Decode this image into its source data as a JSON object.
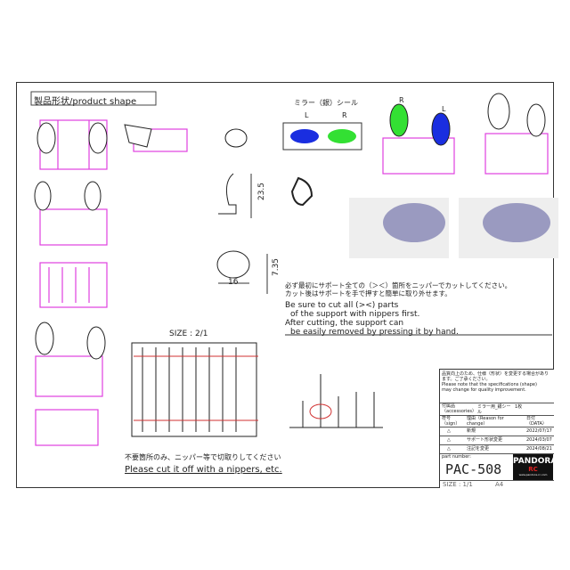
{
  "product_shape_label": "製品形状/product shape",
  "mirror_seal_label": "ミラー（銀）シール",
  "seal_L": "L",
  "seal_R": "R",
  "assembly_R": "R",
  "assembly_L": "L",
  "dimensions": {
    "height": "23.5",
    "width": "16",
    "depth": "7.35"
  },
  "scale_label": "SIZE : 2/1",
  "instructions": {
    "jp_line1": "必ず最初にサポート全ての（＞＜）箇所をニッパーでカットしてください。",
    "jp_line2": "カット後はサポートを手で押すと簡単に取り外せます。",
    "en_line1": "Be sure to cut all (><) parts",
    "en_line2": "of the support with nippers first.",
    "en_line3": "After cutting, the support can",
    "en_line4": "be easily removed by pressing it by hand."
  },
  "cut_note": {
    "jp": "不要箇所のみ、ニッパー等で切取りしてください",
    "en": "Please cut it off with a nippers, etc."
  },
  "title_block": {
    "notice_jp": "品質向上のため、仕様（形状）を変更する場合があります。ご了承ください。",
    "notice_en1": "Please note that the specifications (shape)",
    "notice_en2": "may change for quality improvement.",
    "accessories_label": "付属品（accessories）",
    "accessory_item": "ミラー用_銀シール",
    "accessory_qty": "1枚",
    "sign_header": "符号（sign）",
    "reason_header": "理由（Reason for change）",
    "date_header": "日付（DATA）",
    "changes": [
      {
        "sign": "△",
        "reason": "新規",
        "date": "2022/07/17"
      },
      {
        "sign": "△",
        "reason": "サポート形状変更",
        "date": "2024/03/07"
      },
      {
        "sign": "△",
        "reason": "注記を変更",
        "date": "2024/08/21"
      }
    ],
    "part_number_label": "part number:",
    "part_number": "PAC-508",
    "size_label": "SIZE : 1/1",
    "paper": "A4",
    "logo_text": "PANDORA",
    "logo_sub": "RC",
    "logo_url": "www.pandora-rc.com"
  },
  "colors": {
    "part": "#e040e0",
    "seal_blue": "#1a2ee0",
    "seal_green": "#33e033",
    "render": "#9a9ac0"
  }
}
